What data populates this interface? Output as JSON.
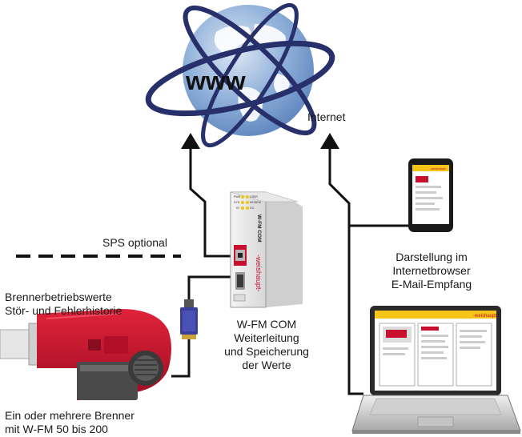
{
  "globe": {
    "text": "www",
    "label": "Internet"
  },
  "sps": {
    "label": "SPS optional"
  },
  "burner": {
    "top_line1": "Brennerbetriebswerte",
    "top_line2": "Stör- und Fehlerhistorie",
    "bottom_line1": "Ein oder mehrere Brenner",
    "bottom_line2": "mit W-FM 50 bis 200"
  },
  "device": {
    "model": "W-FM COM",
    "brand": "-weishaupt-",
    "led_labels": [
      "PWR",
      "USER",
      "SYS",
      "MODEM",
      "IO",
      "DO"
    ],
    "caption_line1": "W-FM COM",
    "caption_line2": "Weiterleitung",
    "caption_line3": "und Speicherung",
    "caption_line4": "der Werte"
  },
  "phone": {
    "brand": "-weishaupt-"
  },
  "laptop": {
    "brand": "-weishaupt-"
  },
  "browser": {
    "line1": "Darstellung im",
    "line2": "Internetbrowser",
    "line3": "E-Mail-Empfang"
  },
  "colors": {
    "burner_red": "#c8102e",
    "globe_blue": "#7ea0cf",
    "orbit_navy": "#27306a",
    "connector_purple": "#3a3f9a",
    "screen_yellow": "#f5c518",
    "line": "#111111"
  }
}
